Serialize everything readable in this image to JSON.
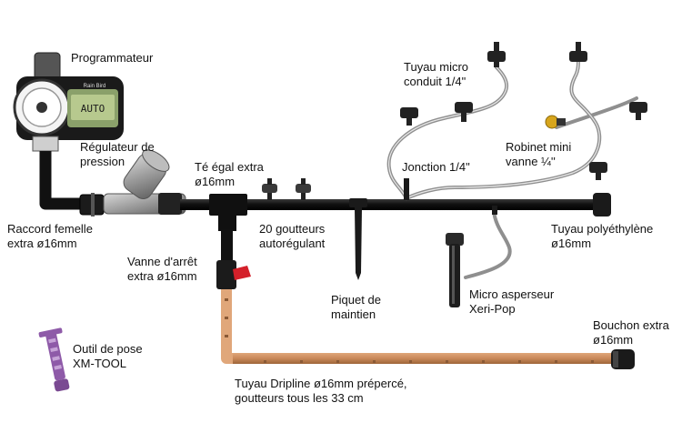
{
  "controller": {
    "label": "Programmateur",
    "screen_text": "AUTO",
    "brand_text": "Rain Bird"
  },
  "labels": {
    "regulator": [
      "Régulateur de",
      "pression"
    ],
    "female_fitting": [
      "Raccord femelle",
      "extra ø16mm"
    ],
    "tee": [
      "Té égal extra",
      "ø16mm"
    ],
    "drippers": [
      "20 goutteurs",
      "autorégulant"
    ],
    "valve": [
      "Vanne d'arrêt",
      "extra ø16mm"
    ],
    "stake": [
      "Piquet de",
      "maintien"
    ],
    "micro_tube": [
      "Tuyau micro",
      "conduit 1/4\""
    ],
    "junction": "Jonction 1/4\"",
    "mini_tap": [
      "Robinet mini",
      "vanne ¼''"
    ],
    "pe_pipe": [
      "Tuyau polyéthylène",
      "ø16mm"
    ],
    "micro_sprinkler": [
      "Micro asperseur",
      "Xeri-Pop"
    ],
    "end_cap": [
      "Bouchon extra",
      "ø16mm"
    ],
    "tool": [
      "Outil de pose",
      "XM-TOOL"
    ],
    "dripline": [
      "Tuyau Dripline ø16mm prépercé,",
      "goutteurs tous les 33 cm"
    ]
  },
  "colors": {
    "pipe": "#111111",
    "dripline": "#c9895a",
    "dripline_dark": "#8a5a36",
    "micro_tube": "#9a9a9a",
    "valve_handle": "#d4202a",
    "tool": "#8e5aa8",
    "regulator": "#8d8d8d",
    "lcd": "#b7c98e",
    "mini_tap": "#d7a51c"
  }
}
